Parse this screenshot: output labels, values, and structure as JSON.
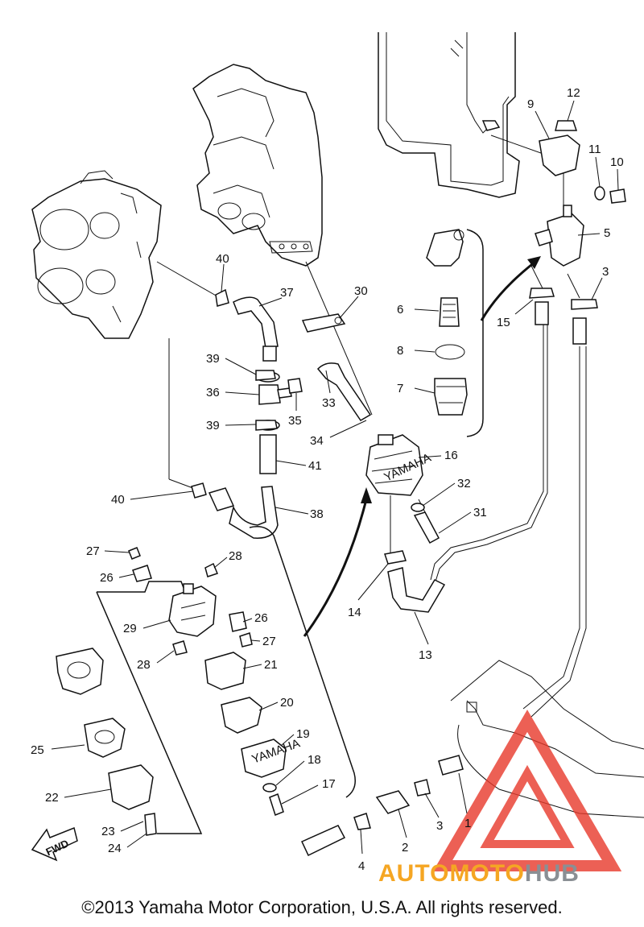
{
  "diagram": {
    "part_numbers": [
      "1",
      "2",
      "3",
      "3",
      "4",
      "5",
      "6",
      "7",
      "8",
      "9",
      "10",
      "11",
      "12",
      "13",
      "14",
      "15",
      "16",
      "17",
      "18",
      "19",
      "20",
      "21",
      "22",
      "23",
      "24",
      "25",
      "26",
      "26",
      "27",
      "27",
      "28",
      "28",
      "29",
      "30",
      "31",
      "32",
      "33",
      "34",
      "35",
      "36",
      "37",
      "38",
      "39",
      "39",
      "40",
      "40",
      "41"
    ],
    "direction_label": "FWD",
    "pump_brand_text": "YAMAHA"
  },
  "footer": {
    "copyright": "©2013 Yamaha Motor Corporation, U.S.A. All rights reserved."
  },
  "watermark": {
    "part1": "AUTOMOTO",
    "part2": "HUB",
    "colors": {
      "primary": "#f5a623",
      "secondary": "#8a8f94",
      "logo_red": "#e8392b"
    }
  }
}
